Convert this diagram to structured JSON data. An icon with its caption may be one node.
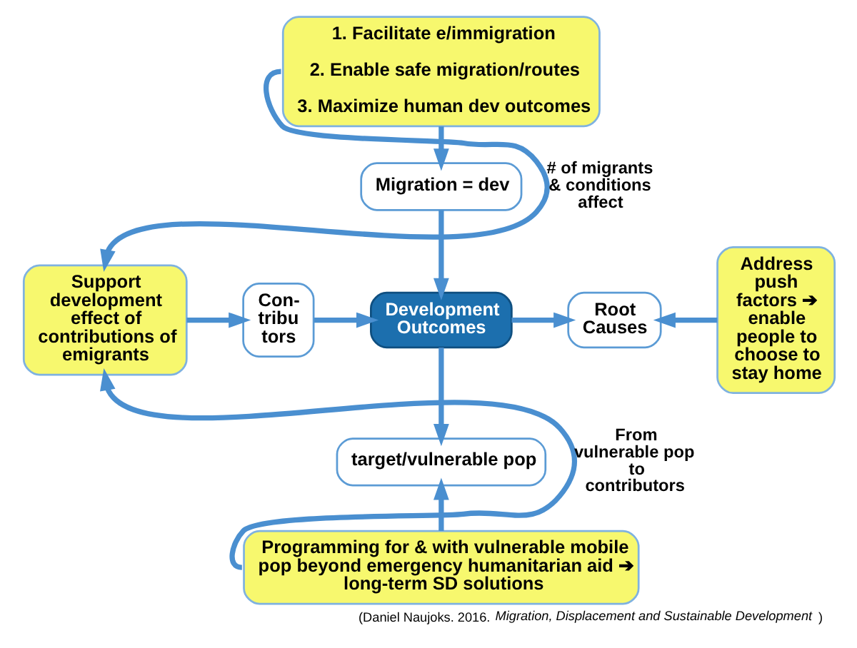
{
  "diagram": {
    "caption": "(Daniel Naujoks. 2016. *Migration, Displacement and Sustainable Development*)",
    "nodes": [
      {
        "text": [
          "1. Facilitate e/immigration",
          "2. Enable safe migration/routes",
          "3. Maximize human dev outcomes"
        ]
      },
      {
        "text": [
          "Migration = dev"
        ]
      },
      {
        "text": [
          "Support development effect of contributions of emigrants"
        ]
      },
      {
        "text": [
          "Con- tribu tors"
        ]
      },
      {
        "text": [
          "Development Outcomes"
        ]
      },
      {
        "text": [
          "Root Causes"
        ]
      },
      {
        "text": [
          "Address push factors ➔ enable people to choose to stay home"
        ]
      },
      {
        "text": [
          "target/vulnerable pop"
        ]
      },
      {
        "text": [
          "Programming for & with vulnerable mobile pop beyond emergency humanitarian aid ➔ long-term SD solutions"
        ]
      }
    ],
    "edges": [
      {
        "from": 0,
        "to": 1,
        "arrow": "to"
      },
      {
        "from": 1,
        "to": 4,
        "arrow": "to"
      },
      {
        "from": 2,
        "to": 3,
        "arrow": "to"
      },
      {
        "from": 3,
        "to": 4,
        "arrow": "to"
      },
      {
        "from": 4,
        "to": 5,
        "arrow": "to"
      },
      {
        "from": 6,
        "to": 5,
        "arrow": "to"
      },
      {
        "from": 4,
        "to": 7,
        "arrow": "to"
      },
      {
        "from": 8,
        "to": 7,
        "arrow": "to"
      },
      {
        "from": 0,
        "to": 2,
        "arrow": "to",
        "label": "# of migrants & conditions affect"
      },
      {
        "from": 8,
        "to": 2,
        "arrow": "to",
        "label": "From vulnerable pop to contributors"
      }
    ]
  }
}
